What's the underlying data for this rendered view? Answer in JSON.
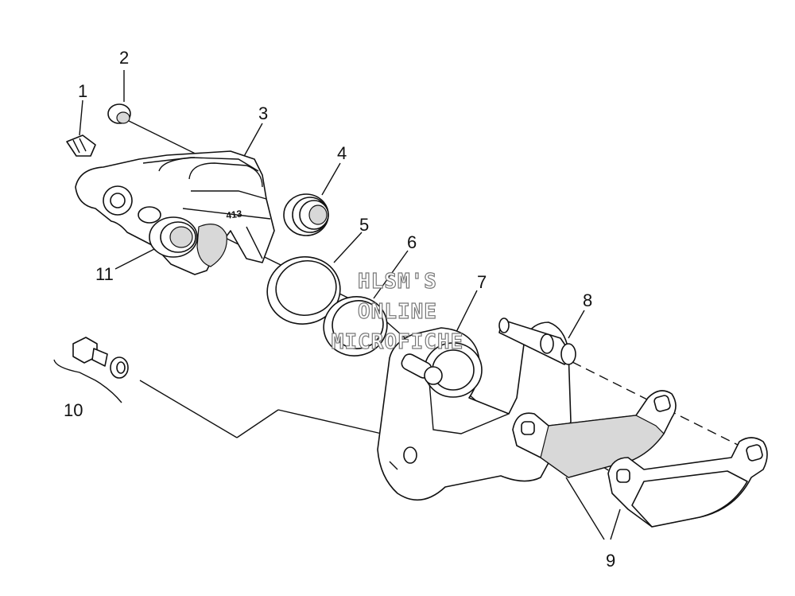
{
  "callouts": [
    "1",
    "2",
    "3",
    "4",
    "5",
    "6",
    "7",
    "8",
    "9",
    "10",
    "11"
  ],
  "part_stamp": "413",
  "watermark": {
    "line1": "HLSM'S",
    "line2": "ONLINE",
    "line3": "MICROFICHE"
  }
}
